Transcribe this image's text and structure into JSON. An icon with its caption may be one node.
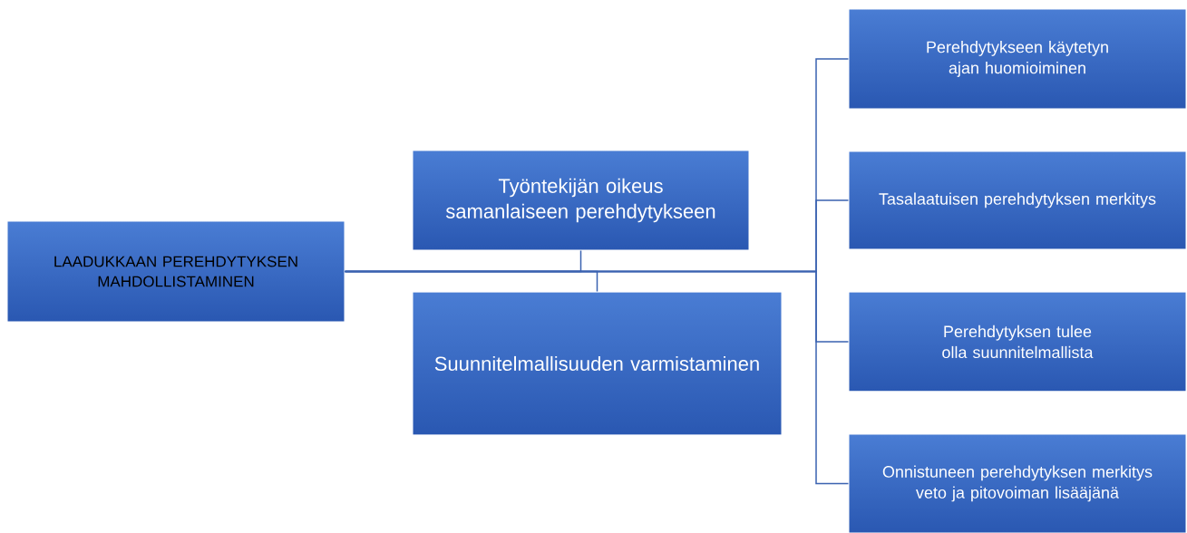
{
  "diagram": {
    "nodes": [
      {
        "text": [
          "LAADUKKAAN PEREHDYTYKSEN MAHDOLLISTAMINEN"
        ]
      },
      {
        "text": [
          "Työntekijän oikeus samanlaiseen perehdytykseen"
        ]
      },
      {
        "text": [
          "Suunnitelmallisuuden varmistaminen"
        ]
      },
      {
        "text": [
          "Perehdytykseen käytetyn ajan huomioiminen"
        ]
      },
      {
        "text": [
          "Tasalaatuisen perehdytyksen merkitys"
        ]
      },
      {
        "text": [
          "Perehdytyksen tulee olla suunnitelmallista"
        ]
      },
      {
        "text": [
          "Onnistuneen perehdytyksen merkitys veto ja pitovoiman lisääjänä"
        ]
      }
    ],
    "edges": [
      {
        "from": 0,
        "to": 1,
        "arrow": "none"
      },
      {
        "from": 0,
        "to": 2,
        "arrow": "none"
      },
      {
        "from": 0,
        "to": 3,
        "arrow": "none"
      },
      {
        "from": 0,
        "to": 4,
        "arrow": "none"
      },
      {
        "from": 0,
        "to": 5,
        "arrow": "none"
      },
      {
        "from": 0,
        "to": 6,
        "arrow": "none"
      }
    ]
  }
}
